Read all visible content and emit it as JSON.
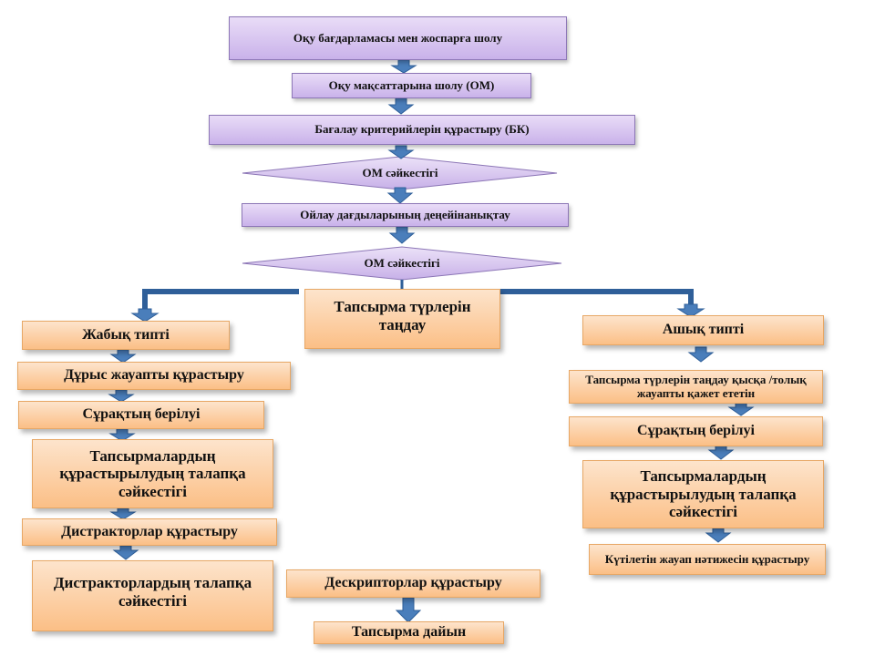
{
  "colors": {
    "purple_fill": "#d9c8f0",
    "orange_fill": "#fbcfa3",
    "arrow": "#4a7ebb",
    "arrow_dark": "#2f5f99"
  },
  "nodes": {
    "overview": "Оқу бағдарламасы мен жоспарға шолу",
    "objectives": "Оқу мақсаттарына шолу (ОМ)",
    "criteria": "Бағалау критерийлерін құрастыру (БК)",
    "om_match_1": "ОМ  сәйкестігі",
    "thinking_skills": "Ойлау дағдыларының деңейінанықтау",
    "om_match_2": "ОМ  сәйкестігі",
    "task_types": "Тапсырма түрлерін таңдау",
    "closed": {
      "title": "Жабық типті",
      "correct_answer": "Дұрыс жауапты құрастыру",
      "question": "Сұрақтың берілуі",
      "task_compliance": "Тапсырмалардың құрастырылудың талапқа сәйкестігі",
      "distractors": "Дистракторлар құрастыру",
      "distractor_compliance": "Дистракторлардың талапқа сәйкестігі"
    },
    "open": {
      "title": "Ашық типті",
      "task_select": "Тапсырма түрлерін таңдау қысқа /толық жауапты қажет ететін",
      "question": "Сұрақтың берілуі",
      "task_compliance": "Тапсырмалардың құрастырылудың талапқа сәйкестігі",
      "expected_result": "Күтілетін жауап нәтижесін құрастыру"
    },
    "descriptors": "Дескрипторлар құрастыру",
    "task_ready": "Тапсырма дайын"
  }
}
